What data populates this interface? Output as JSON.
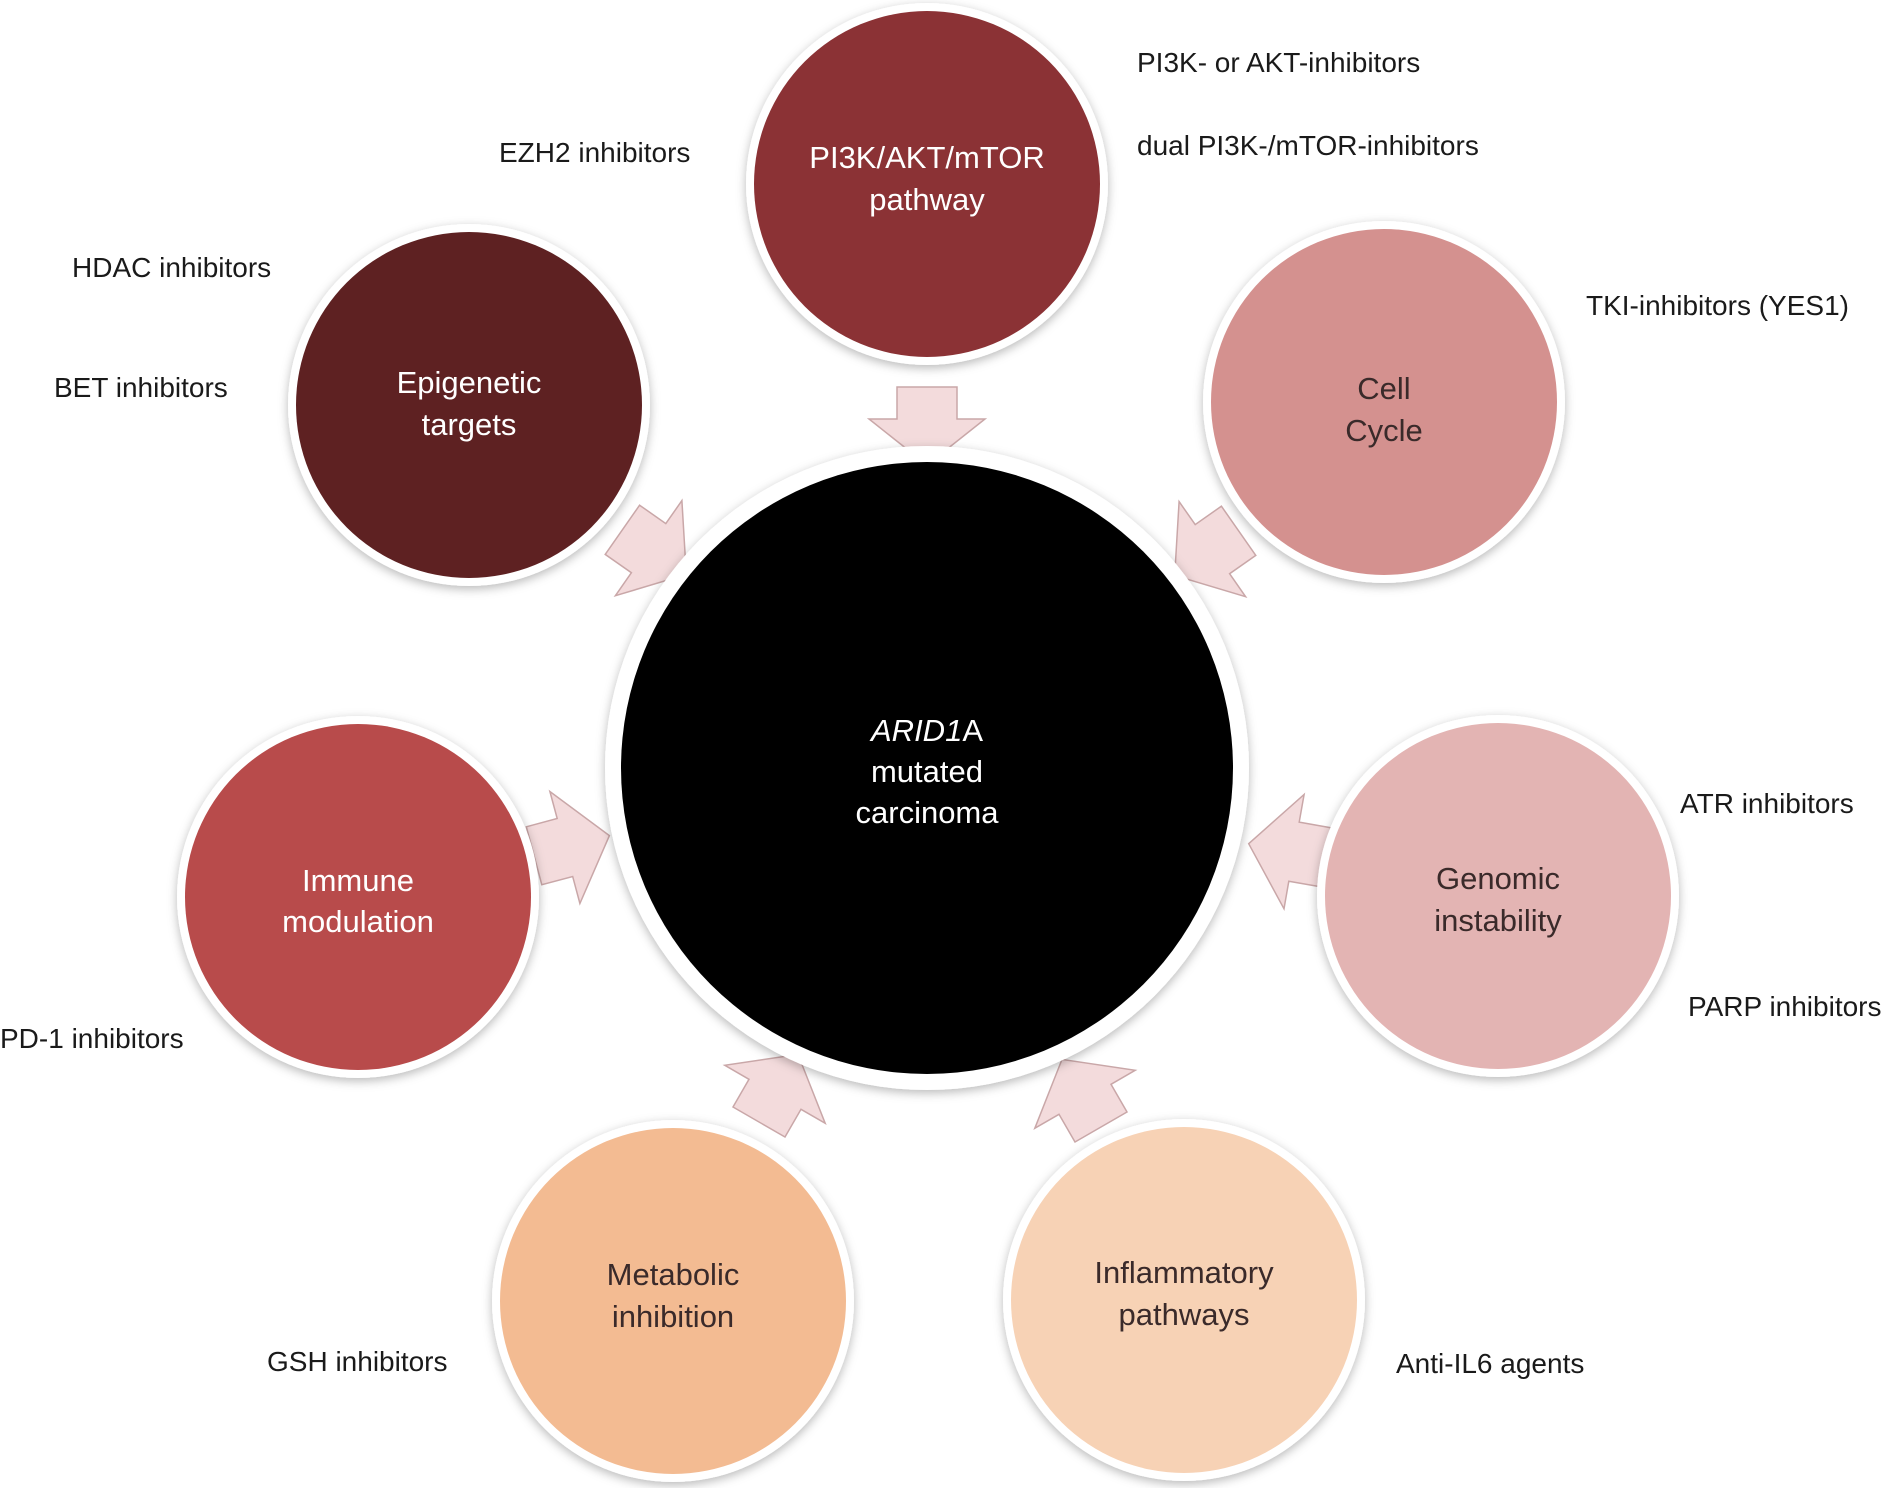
{
  "center": {
    "line1_italic": "ARID1",
    "line1_rest": "A",
    "line2": "mutated",
    "line3": "carcinoma",
    "color": "#000000"
  },
  "nodes": [
    {
      "id": "pi3k",
      "label_lines": [
        "PI3K/AKT/mTOR",
        "pathway"
      ],
      "color": "#8b3235",
      "text_color": "#ffffff",
      "drugs": [
        "PI3K- or AKT-inhibitors",
        "dual PI3K-/mTOR-inhibitors",
        "EZH2 inhibitors"
      ]
    },
    {
      "id": "cell-cycle",
      "label_lines": [
        "Cell",
        "Cycle"
      ],
      "color": "#d4918f",
      "text_color": "#3a2a2a",
      "drugs": [
        "TKI-inhibitors (YES1)"
      ]
    },
    {
      "id": "genomic",
      "label_lines": [
        "Genomic",
        "instability"
      ],
      "color": "#e3b4b3",
      "text_color": "#3a2a2a",
      "drugs": [
        "ATR inhibitors",
        "PARP inhibitors"
      ]
    },
    {
      "id": "inflammatory",
      "label_lines": [
        "Inflammatory",
        "pathways"
      ],
      "color": "#f7d2b5",
      "text_color": "#3a2a2a",
      "drugs": [
        "Anti-IL6 agents"
      ]
    },
    {
      "id": "metabolic",
      "label_lines": [
        "Metabolic",
        "inhibition"
      ],
      "color": "#f3bb92",
      "text_color": "#3a2a2a",
      "drugs": [
        "GSH inhibitors"
      ]
    },
    {
      "id": "immune",
      "label_lines": [
        "Immune",
        "modulation"
      ],
      "color": "#b84b4b",
      "text_color": "#ffffff",
      "drugs": [
        "PD-1 inhibitors"
      ]
    },
    {
      "id": "epigenetic",
      "label_lines": [
        "Epigenetic",
        "targets"
      ],
      "color": "#5e2122",
      "text_color": "#ffffff",
      "drugs": [
        "HDAC inhibitors",
        "BET inhibitors"
      ]
    }
  ],
  "arrow_fill": "#f3dbdc",
  "arrow_stroke": "#c9a7a8"
}
